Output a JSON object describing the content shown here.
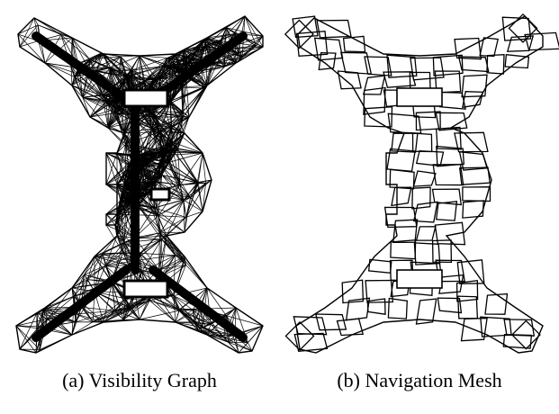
{
  "figure": {
    "captions": [
      {
        "id": "a",
        "text": "(a) Visibility Graph"
      },
      {
        "id": "b",
        "text": "(b) Navigation Mesh"
      }
    ]
  },
  "colors": {
    "stroke": "#000000",
    "background": "#ffffff"
  }
}
